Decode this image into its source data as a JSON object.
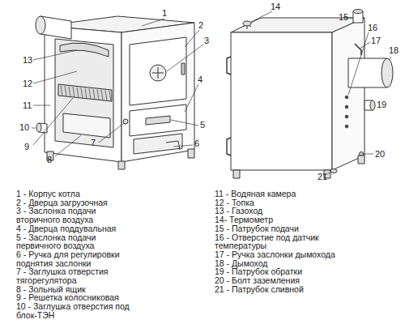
{
  "diagram": {
    "labels": [
      "1",
      "2",
      "3",
      "4",
      "5",
      "6",
      "7",
      "8",
      "9",
      "10",
      "11",
      "12",
      "13",
      "14",
      "15",
      "16",
      "17",
      "18",
      "19",
      "20",
      "21",
      "1 - Корпус котла",
      "2 - Дверца загрузочная",
      "3 - Заслонка подачи вторичного воздуха",
      "4 - Дверца поддувальная",
      "5 - Заслонка подачи первичного воздуха",
      "6 - Ручка для регулировки поднятия заслонки",
      "7 - Заглушка отверстия тягорегулятора",
      "8 - Зольный ящик",
      "9 - Решетка колосниковая",
      "10 - Заглушка отверстия под блок-ТЭН",
      "11 - Водяная камера",
      "12 - Топка",
      "13 - Газоход",
      "14- Термометр",
      "15 - Патрубок подачи",
      "16 - Отверстие под датчик температуры",
      "17 - Ручка заслонки дымохода",
      "18 - Дымоход",
      "19 - Патрубок обратки",
      "20 - Болт заземления",
      "21 - Патрубок сливной"
    ]
  }
}
